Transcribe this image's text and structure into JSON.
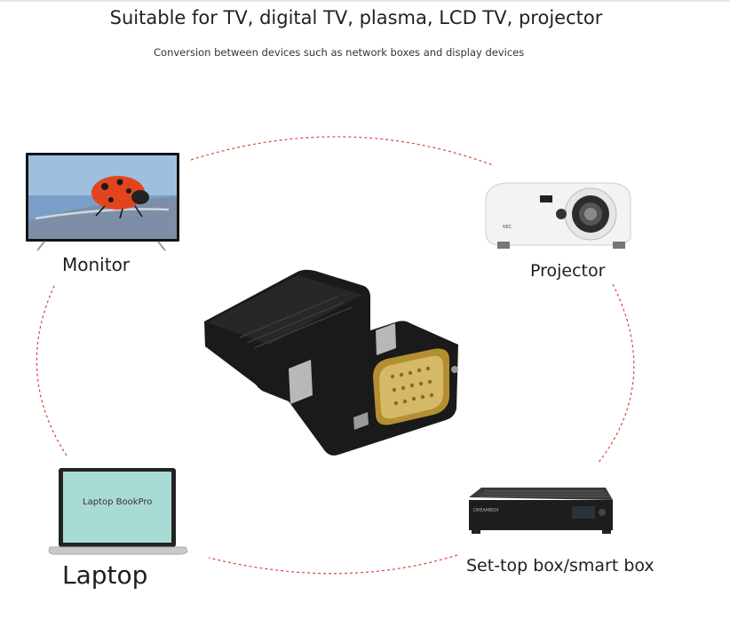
{
  "header": {
    "title": "Suitable for TV, digital TV, plasma, LCD TV, projector",
    "subtitle": "Conversion between devices such as network boxes and display devices"
  },
  "devices": {
    "monitor": {
      "label": "Monitor"
    },
    "projector": {
      "label": "Projector"
    },
    "laptop": {
      "label": "Laptop",
      "screen_text": "Laptop BookPro"
    },
    "settop": {
      "label": "Set-top box/smart box"
    }
  },
  "colors": {
    "connector_line": "#e0453a",
    "adapter_body": "#1a1a1a",
    "vga_pins": "#c9a74a"
  }
}
